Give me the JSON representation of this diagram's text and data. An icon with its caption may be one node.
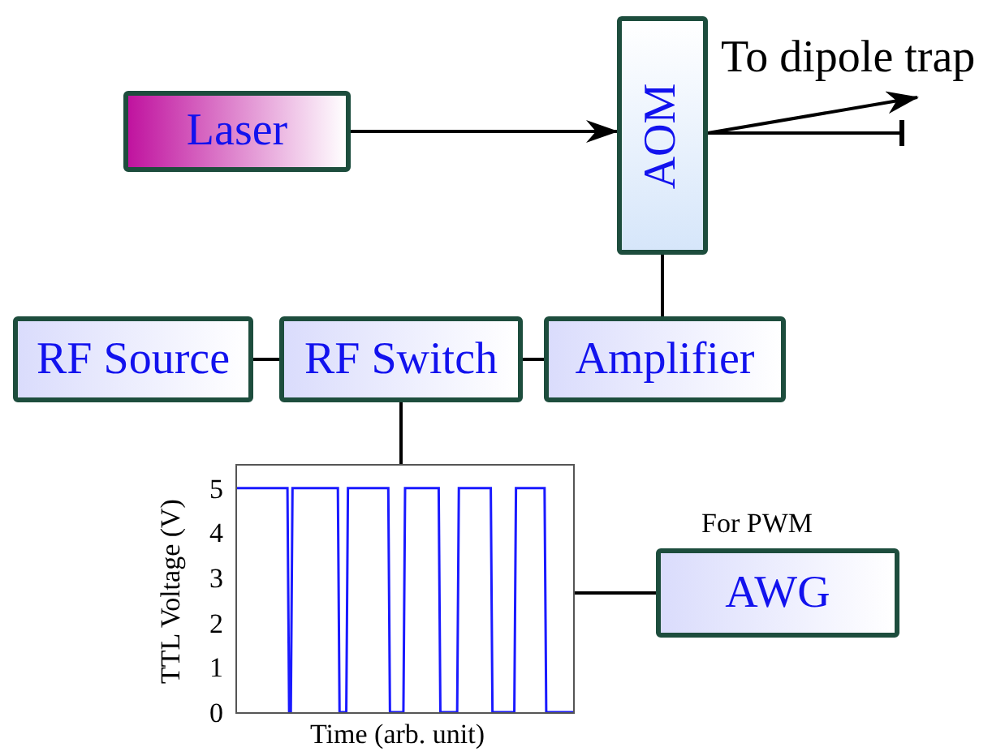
{
  "diagram": {
    "nodes": [
      {
        "text": [
          "Laser"
        ]
      },
      {
        "text": [
          "AOM"
        ]
      },
      {
        "text": [
          "RF Source"
        ]
      },
      {
        "text": [
          "RF Switch"
        ]
      },
      {
        "text": [
          "Amplifier"
        ]
      },
      {
        "text": [],
        "shape": "picture"
      },
      {
        "text": [
          "AWG"
        ],
        "beside": [
          "For PWM"
        ]
      }
    ],
    "edges": [
      {
        "from": 0,
        "to": 1,
        "arrow": "to"
      },
      {
        "from": 1,
        "to": null,
        "arrow": "to",
        "label": "To dipole trap"
      },
      {
        "from": 1,
        "to": null,
        "arrow": "other"
      },
      {
        "from": 2,
        "to": 3,
        "arrow": "none"
      },
      {
        "from": 3,
        "to": 4,
        "arrow": "none"
      },
      {
        "from": 4,
        "to": 1,
        "arrow": "none"
      },
      {
        "from": 3,
        "to": 5,
        "arrow": "none"
      },
      {
        "from": 5,
        "to": 6,
        "arrow": "none"
      }
    ],
    "chart_data": {
      "type": "line",
      "xlabel": "Time (arb. unit)",
      "ylabel": "TTL Voltage (V)",
      "ylim": [
        0,
        5.5
      ],
      "yticks": [
        0,
        1,
        2,
        3,
        4,
        5
      ],
      "categories": [
        null,
        null,
        null,
        null,
        null,
        null,
        null,
        null,
        null,
        null,
        null,
        null,
        null,
        null,
        null,
        null,
        null,
        null,
        null,
        null,
        null,
        null,
        null,
        null,
        null,
        null,
        null,
        null,
        null,
        null,
        null,
        null,
        null,
        null,
        null,
        null,
        null,
        null,
        null,
        null,
        null,
        null,
        null,
        null,
        null,
        null,
        null,
        null,
        null,
        null,
        null,
        null,
        null,
        null,
        null,
        null,
        null,
        null,
        null,
        null,
        null,
        null,
        null,
        null,
        null,
        null,
        null,
        null,
        null,
        null,
        null,
        null,
        null,
        null,
        null,
        null,
        null,
        null,
        null,
        null,
        null,
        null,
        null,
        null,
        null,
        null,
        null,
        null,
        null,
        null,
        null,
        null,
        null,
        null,
        null,
        null,
        null,
        null,
        null,
        null,
        null,
        null,
        null,
        null,
        null,
        null,
        null,
        null,
        null,
        null,
        null,
        null,
        null,
        null,
        null,
        null,
        null,
        null,
        null,
        null,
        null,
        null,
        null,
        null,
        null,
        null,
        null,
        null,
        null,
        null,
        null,
        null,
        null,
        null,
        null,
        null,
        null,
        null,
        null,
        null,
        null,
        null,
        null,
        null,
        null,
        null,
        null,
        null,
        null,
        null,
        null,
        null,
        null,
        null,
        null,
        null,
        null,
        null,
        null,
        null,
        null,
        null,
        null,
        null,
        null,
        null,
        null,
        null,
        null,
        null,
        null,
        null,
        null,
        null,
        null,
        null,
        null,
        null,
        null,
        null,
        null,
        null,
        null,
        null,
        null,
        null,
        null,
        null,
        null,
        null,
        null,
        null,
        null,
        null,
        null,
        null,
        null,
        null,
        null,
        null,
        null
      ],
      "series": [
        {
          "color": "#1a1aff",
          "values": [
            5,
            5,
            5,
            5,
            5,
            5,
            5,
            5,
            5,
            5,
            5,
            5,
            5,
            5,
            5,
            5,
            5,
            5,
            5,
            5,
            5,
            5,
            5,
            5,
            5,
            5,
            5,
            5,
            5,
            5,
            5,
            0,
            0,
            5,
            5,
            5,
            5,
            5,
            5,
            5,
            5,
            5,
            5,
            5,
            5,
            5,
            5,
            5,
            5,
            5,
            5,
            5,
            5,
            5,
            5,
            5,
            5,
            5,
            5,
            5,
            5,
            0,
            0,
            0,
            0,
            0,
            5,
            5,
            5,
            5,
            5,
            5,
            5,
            5,
            5,
            5,
            5,
            5,
            5,
            5,
            5,
            5,
            5,
            5,
            5,
            5,
            5,
            5,
            5,
            5,
            5,
            0,
            0,
            0,
            0,
            0,
            0,
            0,
            0,
            0,
            5,
            5,
            5,
            5,
            5,
            5,
            5,
            5,
            5,
            5,
            5,
            5,
            5,
            5,
            5,
            5,
            5,
            5,
            5,
            5,
            5,
            0,
            0,
            0,
            0,
            0,
            0,
            0,
            0,
            0,
            0,
            0,
            5,
            5,
            5,
            5,
            5,
            5,
            5,
            5,
            5,
            5,
            5,
            5,
            5,
            5,
            5,
            5,
            5,
            5,
            5,
            5,
            0,
            0,
            0,
            0,
            0,
            0,
            0,
            0,
            0,
            0,
            0,
            0,
            0,
            0,
            5,
            5,
            5,
            5,
            5,
            5,
            5,
            5,
            5,
            5,
            5,
            5,
            5,
            5,
            5,
            5,
            5,
            5,
            0,
            0,
            0,
            0,
            0,
            0,
            0,
            0,
            0,
            0,
            0,
            0,
            0,
            0,
            0,
            0,
            0
          ]
        }
      ]
    }
  }
}
